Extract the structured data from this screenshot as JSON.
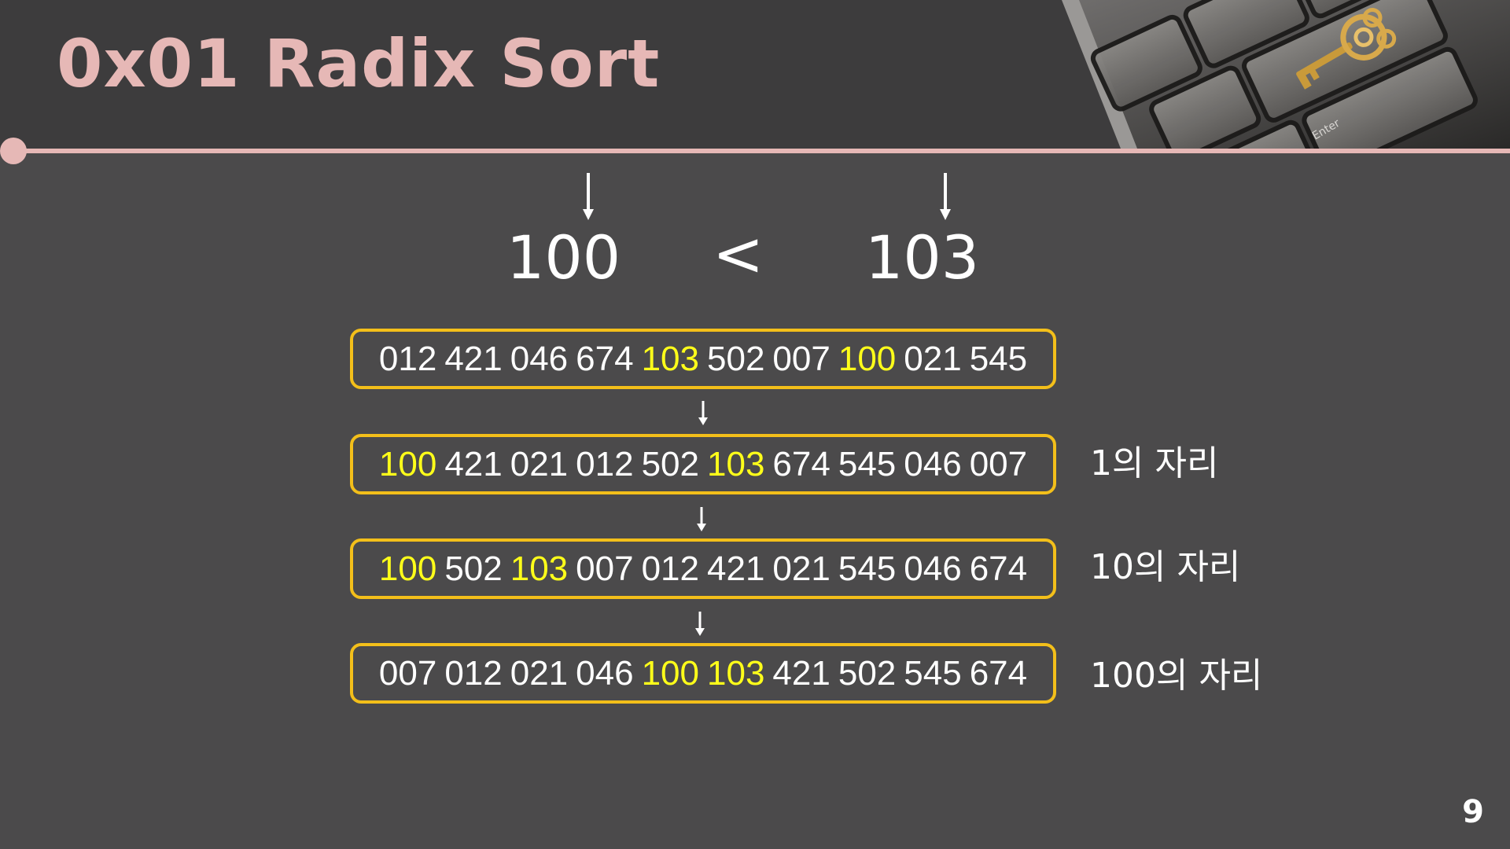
{
  "slide": {
    "title": "0x01  Radix Sort",
    "page_number": "9",
    "decoration": "keyboard-with-golden-key-photo"
  },
  "comparison": {
    "left": "100",
    "operator": "<",
    "right": "103"
  },
  "rows": [
    {
      "numbers": [
        {
          "text": "012",
          "highlight": false
        },
        {
          "text": "421",
          "highlight": false
        },
        {
          "text": "046",
          "highlight": false
        },
        {
          "text": "674",
          "highlight": false
        },
        {
          "text": "103",
          "highlight": true
        },
        {
          "text": "502",
          "highlight": false
        },
        {
          "text": "007",
          "highlight": false
        },
        {
          "text": "100",
          "highlight": true
        },
        {
          "text": "021",
          "highlight": false
        },
        {
          "text": "545",
          "highlight": false
        }
      ],
      "label": ""
    },
    {
      "numbers": [
        {
          "text": "100",
          "highlight": true
        },
        {
          "text": "421",
          "highlight": false
        },
        {
          "text": "021",
          "highlight": false
        },
        {
          "text": "012",
          "highlight": false
        },
        {
          "text": "502",
          "highlight": false
        },
        {
          "text": "103",
          "highlight": true
        },
        {
          "text": "674",
          "highlight": false
        },
        {
          "text": "545",
          "highlight": false
        },
        {
          "text": "046",
          "highlight": false
        },
        {
          "text": "007",
          "highlight": false
        }
      ],
      "label": "1의 자리"
    },
    {
      "numbers": [
        {
          "text": "100",
          "highlight": true
        },
        {
          "text": "502",
          "highlight": false
        },
        {
          "text": "103",
          "highlight": true
        },
        {
          "text": "007",
          "highlight": false
        },
        {
          "text": "012",
          "highlight": false
        },
        {
          "text": "421",
          "highlight": false
        },
        {
          "text": "021",
          "highlight": false
        },
        {
          "text": "545",
          "highlight": false
        },
        {
          "text": "046",
          "highlight": false
        },
        {
          "text": "674",
          "highlight": false
        }
      ],
      "label": "10의 자리"
    },
    {
      "numbers": [
        {
          "text": "007",
          "highlight": false
        },
        {
          "text": "012",
          "highlight": false
        },
        {
          "text": "021",
          "highlight": false
        },
        {
          "text": "046",
          "highlight": false
        },
        {
          "text": "100",
          "highlight": true
        },
        {
          "text": "103",
          "highlight": true
        },
        {
          "text": "421",
          "highlight": false
        },
        {
          "text": "502",
          "highlight": false
        },
        {
          "text": "545",
          "highlight": false
        },
        {
          "text": "674",
          "highlight": false
        }
      ],
      "label": "100의 자리"
    }
  ],
  "colors": {
    "title": "#e6b8b6",
    "box_border": "#f3bf1a",
    "highlight": "#ffff1a",
    "background": "#4b4a4b"
  }
}
